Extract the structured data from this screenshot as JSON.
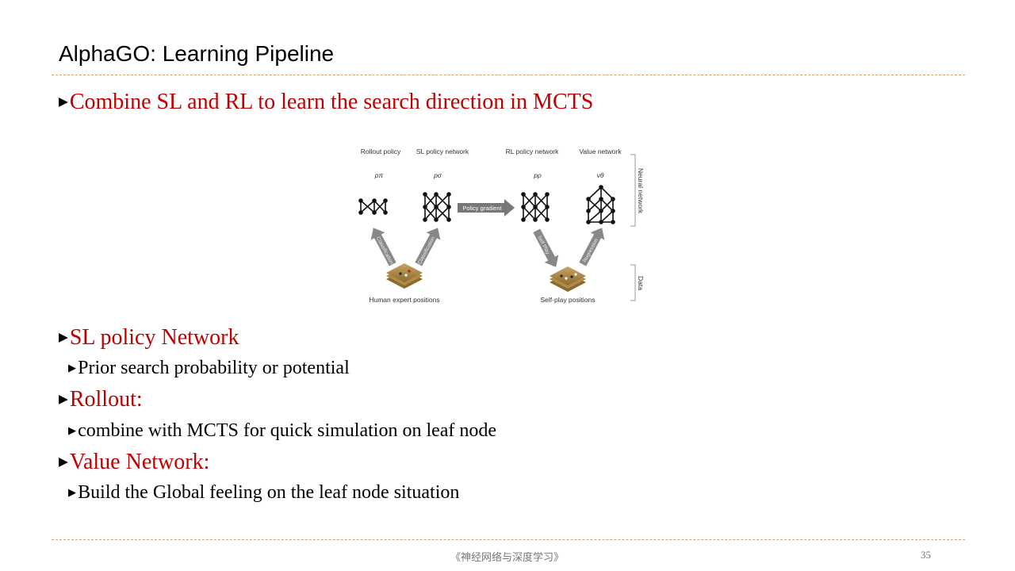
{
  "title": "AlphaGO: Learning Pipeline",
  "bullets": {
    "main": "Combine SL and RL to learn the search direction in MCTS",
    "sl_heading": "SL policy Network",
    "sl_sub": "Prior search probability or potential",
    "rollout_heading": "Rollout:",
    "rollout_sub": "combine with MCTS for quick simulation on leaf node",
    "value_heading": "Value Network:",
    "value_sub": "Build the Global feeling on the leaf node situation"
  },
  "figure": {
    "rollout_policy": "Rollout policy",
    "sl_policy_network": "SL policy network",
    "rl_policy_network": "RL policy network",
    "value_network": "Value network",
    "p_pi": "pπ",
    "p_sigma": "pσ",
    "p_rho": "pρ",
    "v_theta": "vθ",
    "policy_gradient": "Policy gradient",
    "classification_left": "Classification",
    "classification_right": "Classification",
    "self_play": "Self Play",
    "regression": "Regression",
    "human_expert_positions": "Human expert positions",
    "self_play_positions": "Self-play positions",
    "neural_network": "Neural network",
    "data": "Data"
  },
  "footer": {
    "book": "《神经网络与深度学习》",
    "page": "35"
  },
  "colors": {
    "heading_red": "#c00000",
    "rule": "#d9a066"
  }
}
